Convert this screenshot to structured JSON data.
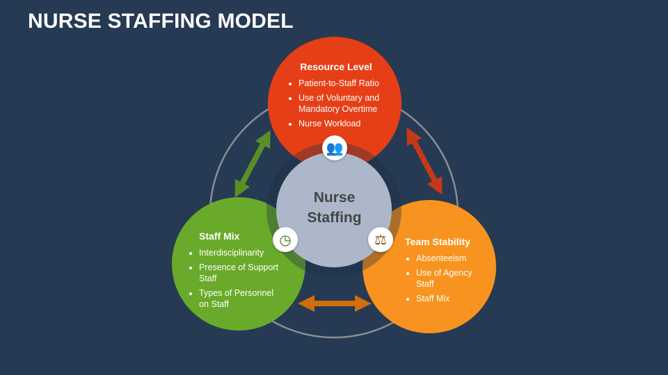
{
  "title": "NURSE STAFFING MODEL",
  "center": {
    "line1": "Nurse",
    "line2": "Staffing"
  },
  "colors": {
    "background": "#263a53",
    "resource": "#e63f17",
    "staff_mix": "#6aaa2a",
    "team": "#f7931e",
    "center": "#acb8ca"
  },
  "sections": [
    {
      "title": "Resource Level",
      "icon": "people-hand-icon",
      "items": [
        "Patient-to-Staff Ratio",
        "Use of Voluntary and Mandatory Overtime",
        "Nurse Workload"
      ]
    },
    {
      "title": "Staff Mix",
      "icon": "person-clock-icon",
      "items": [
        "Interdisciplinarity",
        "Presence of Support Staff",
        "Types of Personnel on Staff"
      ]
    },
    {
      "title": "Team Stability",
      "icon": "scales-icon",
      "items": [
        "Absenteeism",
        "Use of Agency Staff",
        "Staff Mix"
      ]
    }
  ]
}
